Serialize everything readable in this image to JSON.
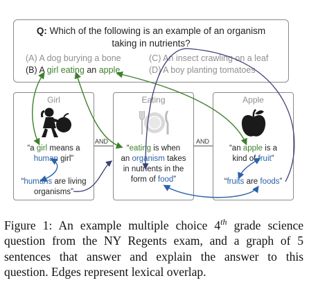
{
  "question": {
    "prefix": "Q:",
    "line1": "Which of the following is an example of an organism",
    "line2": "taking in nutrients?",
    "options": [
      {
        "letter": "(A)",
        "text": "A dog burying a bone"
      },
      {
        "letter": "(B)",
        "pre": "A",
        "w1": "girl",
        "w2": "eating",
        "w3": "an",
        "w4": "apple"
      },
      {
        "letter": "(C)",
        "text": "An insect crawling on a leaf"
      },
      {
        "letter": "(D)",
        "text": "A boy planting tomatoes"
      }
    ]
  },
  "nodes": [
    {
      "label": "Girl",
      "icon": "girl-eating-apple-icon",
      "s1": {
        "a": "“a ",
        "b": "girl",
        "c": " means a",
        "d": "human",
        "e": " girl”"
      },
      "s2": {
        "a": "“",
        "b": "humans",
        "c": " are living",
        "d": "organisms”"
      }
    },
    {
      "label": "Eating",
      "icon": "plate-fork-knife-icon",
      "s1": {
        "a": "“",
        "b": "eating",
        "c": " is when",
        "d": "an ",
        "e": "organism",
        "f": " takes",
        "g": "in nutrients in the",
        "h": "form of ",
        "i": "food",
        "j": "”"
      }
    },
    {
      "label": "Apple",
      "icon": "apple-icon",
      "s1": {
        "a": "“an ",
        "b": "apple",
        "c": " is a",
        "d": "kind of ",
        "e": "fruit",
        "f": "”"
      },
      "s2": {
        "a": "“",
        "b": "fruits",
        "c": " are ",
        "d": "foods",
        "e": "”"
      }
    }
  ],
  "connectors": [
    "AND",
    "AND"
  ],
  "caption": {
    "part1": "Figure 1:  An example multiple choice 4",
    "sup": "th",
    "part2": " grade science question from the NY Regents exam, and a graph of 5 sentences that answer and explain the answer to this question. Edges represent lexical overlap."
  },
  "colors": {
    "green": "#3f7f2c",
    "blue": "#2a62a8",
    "edge_dark": "#3b3f75",
    "border": "#8a8a8a"
  }
}
